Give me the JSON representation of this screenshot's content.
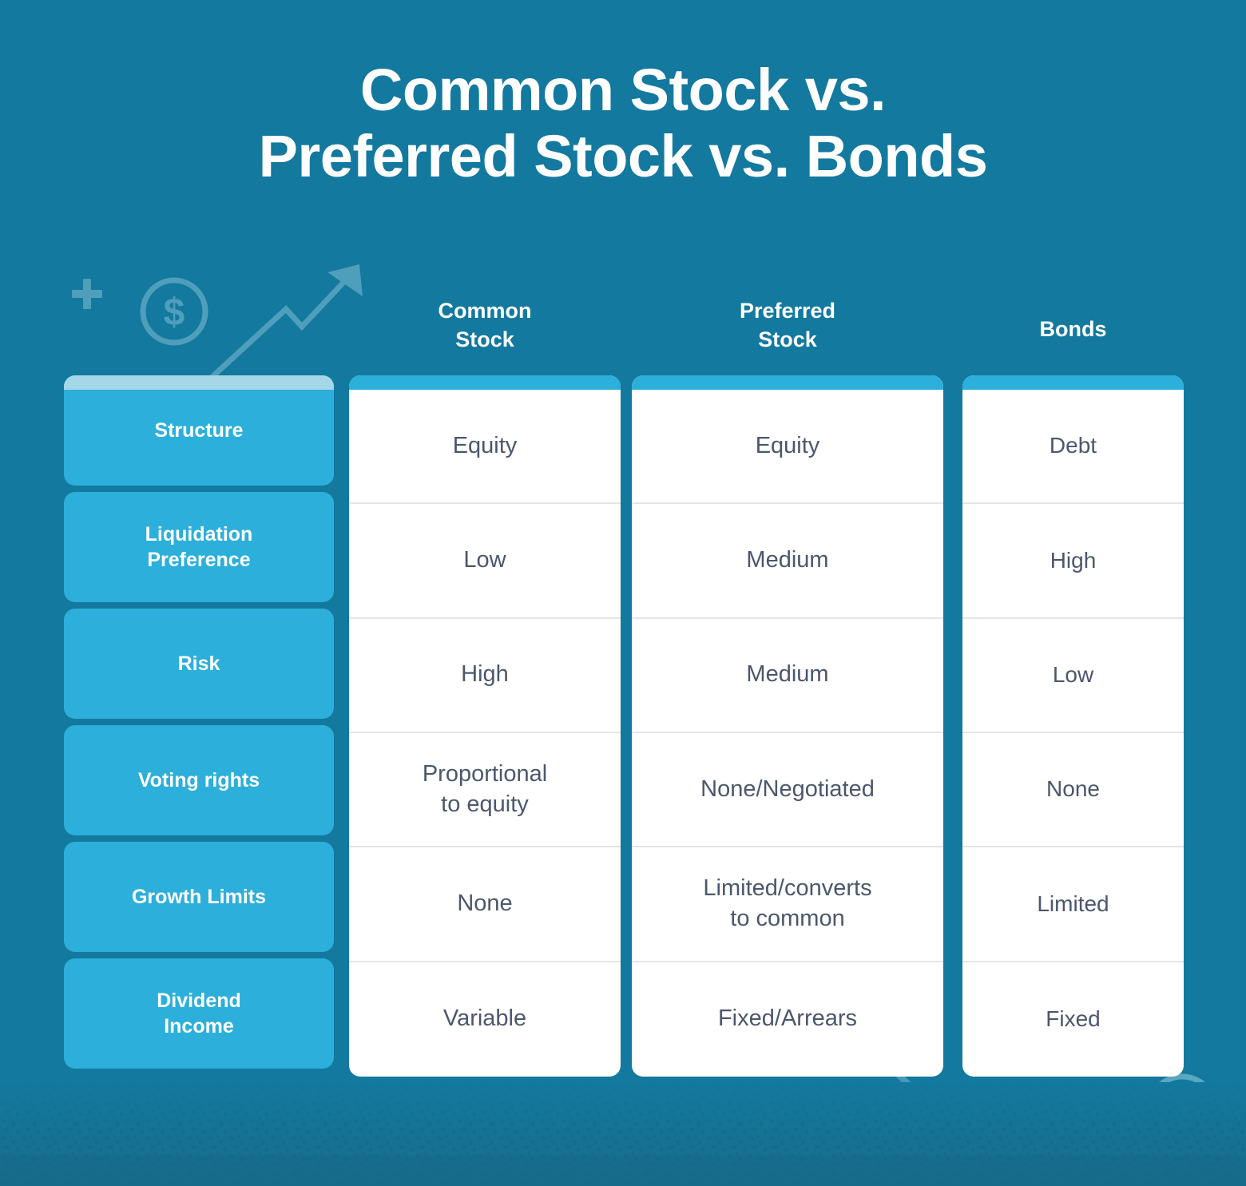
{
  "page": {
    "title_line1": "Common Stock vs.",
    "title_line2": "Preferred Stock vs. Bonds",
    "background_color": "#13799e",
    "accent_color": "#2cafda",
    "light_accent_color": "#a6d7e9",
    "card_background": "#ffffff",
    "value_text_color": "#4b576c",
    "divider_color": "#e2e5e9"
  },
  "decorations": [
    {
      "name": "plus-icon",
      "label": "+"
    },
    {
      "name": "dollar-circle-icon-top",
      "label": "$"
    },
    {
      "name": "trending-up-arrow-icon",
      "label": "upward zigzag arrow"
    },
    {
      "name": "trending-down-line-icon",
      "label": "downward zigzag line"
    },
    {
      "name": "small-circle-outline-icon",
      "label": "circle outline"
    },
    {
      "name": "dollar-circle-icon-bottom",
      "label": "$"
    },
    {
      "name": "speckle-texture-band",
      "label": "dotted texture band"
    }
  ],
  "table": {
    "row_label_header": "",
    "columns": [
      {
        "key": "common",
        "label_line1": "Common",
        "label_line2": "Stock"
      },
      {
        "key": "preferred",
        "label_line1": "Preferred",
        "label_line2": "Stock"
      },
      {
        "key": "bonds",
        "label_line1": "Bonds",
        "label_line2": ""
      }
    ],
    "rows": [
      {
        "label_line1": "Structure",
        "label_line2": "",
        "common": "Equity",
        "preferred": "Equity",
        "bonds": "Debt"
      },
      {
        "label_line1": "Liquidation",
        "label_line2": "Preference",
        "common": "Low",
        "preferred": "Medium",
        "bonds": "High"
      },
      {
        "label_line1": "Risk",
        "label_line2": "",
        "common": "High",
        "preferred": "Medium",
        "bonds": "Low"
      },
      {
        "label_line1": "Voting rights",
        "label_line2": "",
        "common_line1": "Proportional",
        "common_line2": "to equity",
        "common": "Proportional to equity",
        "preferred": "None/Negotiated",
        "bonds": "None"
      },
      {
        "label_line1": "Growth Limits",
        "label_line2": "",
        "common": "None",
        "preferred_line1": "Limited/converts",
        "preferred_line2": "to common",
        "preferred": "Limited/converts to common",
        "bonds": "Limited"
      },
      {
        "label_line1": "Dividend",
        "label_line2": "Income",
        "common": "Variable",
        "preferred": "Fixed/Arrears",
        "bonds": "Fixed"
      }
    ]
  }
}
